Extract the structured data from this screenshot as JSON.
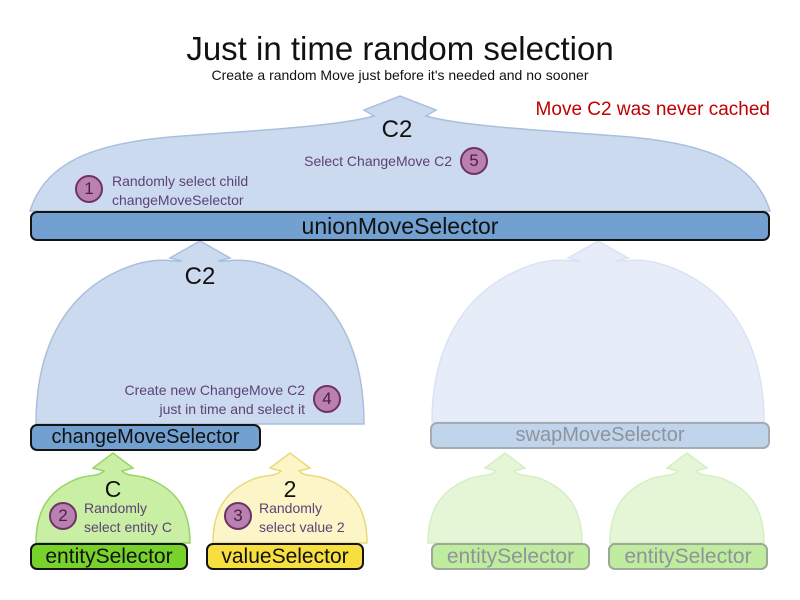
{
  "title": "Just in time random selection",
  "subtitle": "Create a random Move just before it's needed and no sooner",
  "note": "Move C2 was never cached",
  "selectors": {
    "union": {
      "label": "unionMoveSelector",
      "output": "C2"
    },
    "change": {
      "label": "changeMoveSelector",
      "output": "C2"
    },
    "swap": {
      "label": "swapMoveSelector"
    },
    "entity": {
      "label": "entitySelector",
      "output": "C"
    },
    "value": {
      "label": "valueSelector",
      "output": "2"
    },
    "faded_entity_left": {
      "label": "entitySelector"
    },
    "faded_entity_right": {
      "label": "entitySelector"
    }
  },
  "steps": [
    {
      "number": "1",
      "line1": "Randomly select child",
      "line2": "changeMoveSelector"
    },
    {
      "number": "2",
      "line1": "Randomly",
      "line2": "select entity C"
    },
    {
      "number": "3",
      "line1": "Randomly",
      "line2": "select value 2"
    },
    {
      "number": "4",
      "line1": "Create new ChangeMove C2",
      "line2": "just in time and select it"
    },
    {
      "number": "5",
      "line1": "Select ChangeMove C2"
    }
  ],
  "colors": {
    "active_mound_blue": "#cbdaef",
    "active_bar_blue": "#71a0d1",
    "faded_mound_blue": "#e6edf8",
    "faded_bar_blue": "#c0d4ec",
    "entity_green": "#77d32b",
    "entity_mound_green": "#c8efa4",
    "value_yellow": "#f7df40",
    "value_mound_yellow": "#fbf5c8",
    "faded_green": "#bfec9e",
    "step_badge": "#b980b0",
    "annotation_purple": "#5e4275",
    "warning_red": "#c00000"
  }
}
